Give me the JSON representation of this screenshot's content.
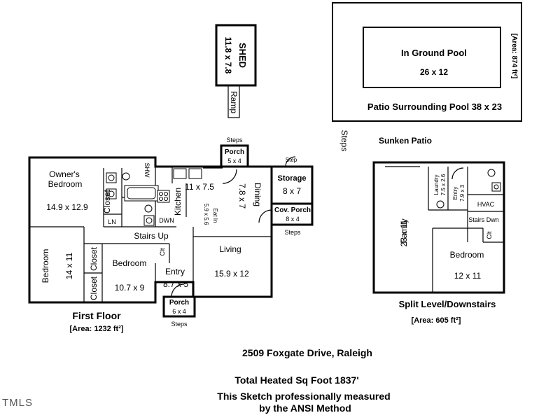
{
  "shed": {
    "name": "SHED",
    "dims": "11.8 x 7.8",
    "ramp": "Ramp"
  },
  "pool": {
    "name": "In Ground Pool",
    "dims": "26 x 12",
    "patio": "Patio Surrounding Pool 38 x 23",
    "area": "[Area: 874 ft²]"
  },
  "labels": {
    "steps": "Steps",
    "step": "Step",
    "sunken_patio": "Sunken Patio"
  },
  "first_floor": {
    "title": "First Floor",
    "area": "[Area: 1232 ft²]",
    "rooms": {
      "owners_bedroom": "Owner's",
      "owners_bedroom2": "Bedroom",
      "owners_dims": "14.9 x 12.9",
      "shw": "SHW",
      "closet": "Closet",
      "ln": "LN",
      "dwn": "DWN",
      "kitchen": "Kitchen",
      "kitchen_dims": "11 x 7.5",
      "eat_in": "Eat In",
      "eat_in_dims": "5.9 x 5.6",
      "dining": "Dining",
      "dining_dims": "7.8 x 7",
      "stairs_up": "Stairs Up",
      "clt": "Clt",
      "living": "Living",
      "living_dims": "15.9 x 12",
      "entry": "Entry",
      "entry_dims": "8.7 x 5",
      "bedroom": "Bedroom",
      "bedroom_dims": "10.7 x 9",
      "bedroom_left": "Bedroom",
      "bedroom_left_dims": "14 x 11",
      "closet2": "Closet",
      "closet3": "Closet"
    },
    "porch_top": {
      "name": "Porch",
      "dims": "5 x 4"
    },
    "porch_bottom": {
      "name": "Porch",
      "dims": "6 x 4"
    },
    "storage": {
      "name": "Storage",
      "dims": "8 x 7"
    },
    "cov_porch": {
      "name": "Cov. Porch",
      "dims": "8 x 4"
    }
  },
  "downstairs": {
    "title": "Split Level/Downstairs",
    "area": "[Area: 605 ft²]",
    "family": "Family",
    "family_dims": "23 x 11",
    "laundry": "Laundry",
    "laundry_dims": "7.5 x 2.6",
    "entry": "Entry",
    "entry_dims": "7.9 x 3",
    "hvac": "HVAC",
    "stairs_dwn": "Stairs Dwn",
    "clt": "Clt",
    "bedroom": "Bedroom",
    "bedroom_dims": "12 x 11"
  },
  "footer": {
    "address": "2509 Foxgate Drive, Raleigh",
    "heated": "Total Heated Sq Foot 1837'",
    "note1": "This Sketch professionally measured",
    "note2": "by the ANSI Method"
  },
  "logo": "TMLS"
}
